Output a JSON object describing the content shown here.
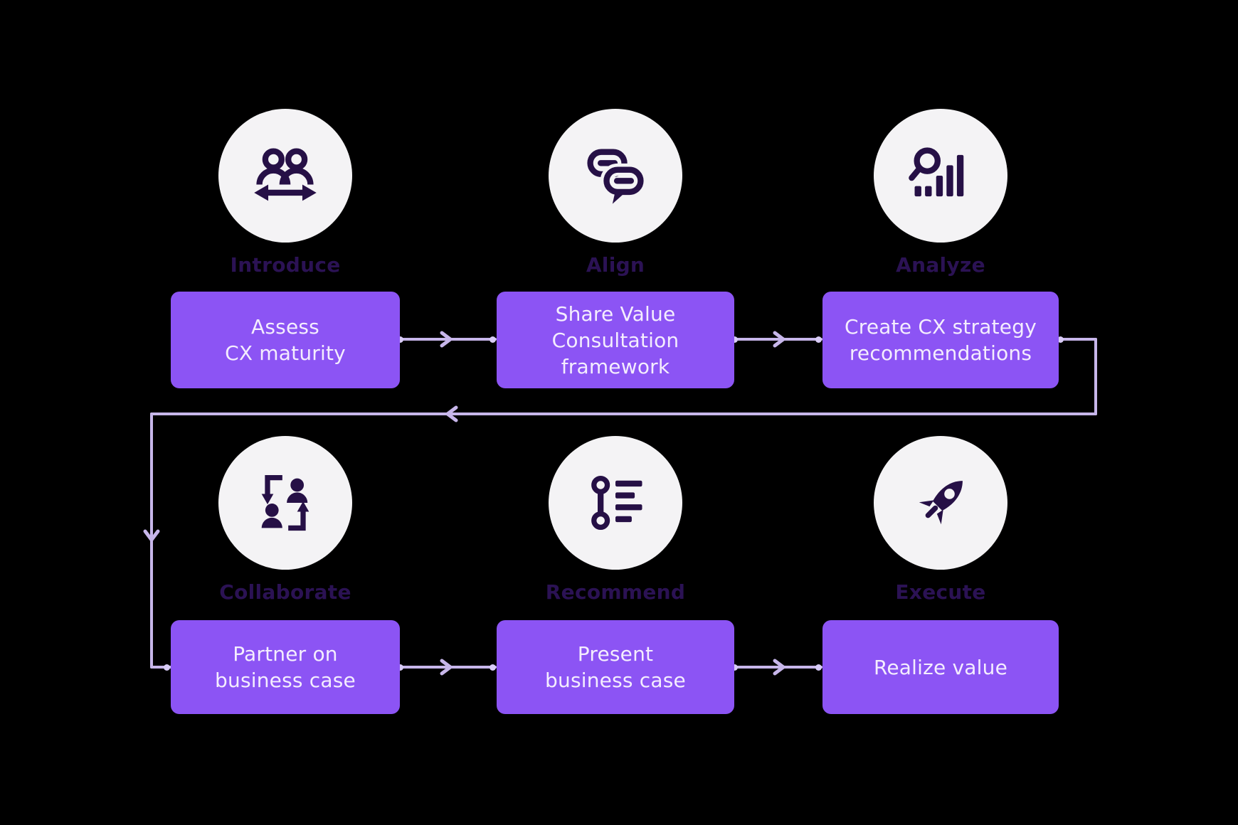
{
  "diagram": {
    "description": "CX engagement process flow",
    "rows": 2,
    "columns": 3
  },
  "colors": {
    "background": "#000000",
    "circle_bg": "#F4F3F5",
    "icon": "#261046",
    "label_text": "#2B1254",
    "box_bg": "#8C54F4",
    "box_text": "#F4EDFE",
    "connector": "#C7B6EA",
    "dot": "#D8CBF6"
  },
  "steps": [
    {
      "label": "Introduce",
      "icon": "people-exchange-icon",
      "box_text": "Assess\nCX maturity"
    },
    {
      "label": "Align",
      "icon": "chat-bubbles-icon",
      "box_text": "Share Value\nConsultation\nframework"
    },
    {
      "label": "Analyze",
      "icon": "chart-magnifier-icon",
      "box_text": "Create CX strategy\nrecommendations"
    },
    {
      "label": "Collaborate",
      "icon": "people-sync-icon",
      "box_text": "Partner on\nbusiness case"
    },
    {
      "label": "Recommend",
      "icon": "timeline-list-icon",
      "box_text": "Present\nbusiness case"
    },
    {
      "label": "Execute",
      "icon": "rocket-icon",
      "box_text": "Realize value"
    }
  ],
  "connections": [
    {
      "from": "Assess CX maturity",
      "to": "Share Value Consultation framework",
      "direction": "right"
    },
    {
      "from": "Share Value Consultation framework",
      "to": "Create CX strategy recommendations",
      "direction": "right"
    },
    {
      "from": "Create CX strategy recommendations",
      "to": "Partner on business case",
      "direction": "wrap-around-left-down"
    },
    {
      "from": "Partner on business case",
      "to": "Present business case",
      "direction": "right"
    },
    {
      "from": "Present business case",
      "to": "Realize value",
      "direction": "right"
    }
  ]
}
